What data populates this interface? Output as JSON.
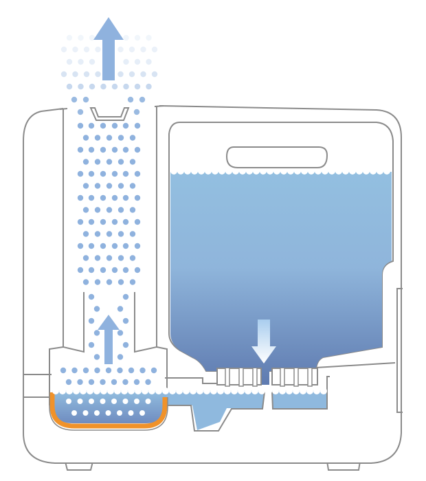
{
  "diagram": {
    "colors": {
      "outline": "#8a8a8a",
      "water_light": "#93bfe0",
      "water_dark": "#5f7bb0",
      "droplet": "#8fb2de",
      "arrow": "#8fb2de",
      "heater": "#f0922a",
      "background": "#ffffff"
    },
    "icons": [
      "steam-up-arrow",
      "vapor-up-arrow",
      "water-down-arrow"
    ]
  }
}
